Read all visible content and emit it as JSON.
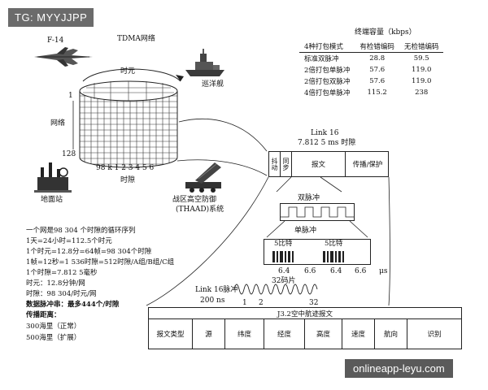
{
  "badge": "TG: MYYJJPP",
  "watermark_url": "onlineapp-leyu.com",
  "left_diagram": {
    "f14_label": "F-14",
    "tdma_label": "TDMA网络",
    "time_label_top": "时元",
    "ship_label": "巡洋舰",
    "net_label": "网络",
    "num_1": "1",
    "num_128": "128",
    "slot_nums": "98 k   1 2 3 4 5 6",
    "slot_label": "时隙",
    "ground_label": "地面站",
    "thaad_line1": "战区高空防御",
    "thaad_line2": "(THAAD)系统"
  },
  "capacity": {
    "title": "终端容量（kbps）",
    "headers": [
      "4种打包模式",
      "有检错编码",
      "无检错编码"
    ],
    "rows": [
      [
        "标准双脉冲",
        "28.8",
        "59.5"
      ],
      [
        "2倍打包单脉冲",
        "57.6",
        "119.0"
      ],
      [
        "2倍打包双脉冲",
        "57.6",
        "119.0"
      ],
      [
        "4倍打包单脉冲",
        "115.2",
        "238"
      ]
    ]
  },
  "link16": {
    "title": "Link 16",
    "subtitle": "7.812 5 ms 时隙",
    "cells": [
      "抖动",
      "同步",
      "报文",
      "传播/保护"
    ]
  },
  "pulse": {
    "double": "双脉冲",
    "single": "单脉冲",
    "bits_a": "5比特",
    "bits_b": "5比特",
    "t1": "6.4",
    "t2": "6.6",
    "t3": "6.4",
    "t4": "6.6",
    "unit": "μs",
    "chips": "32码片",
    "link16_pulse": "Link 16脉冲",
    "ns200": "200 ns",
    "c1": "1",
    "c2": "2",
    "c32": "32"
  },
  "message": {
    "title": "J3.2空中航迹报文",
    "fields": [
      "报文类型",
      "源",
      "纬度",
      "经度",
      "高度",
      "速度",
      "航向",
      "识别"
    ]
  },
  "notes": [
    "一个网是98 304 个时隙的循环序列",
    "1天=24小时=112.5个时元",
    "1个时元=12.8分=64帧=98 304个时隙",
    "1帧=12秒=1 536时隙=512时隙/A组/B组/C组",
    "1个时隙=7.812 5毫秒",
    "时元：12.8分钟/网",
    "时隙：98 304/时元/网",
    "数据脉冲串：最多444个/时隙",
    "传播距离：",
    "300海里（正常）",
    "500海里（扩展）"
  ]
}
